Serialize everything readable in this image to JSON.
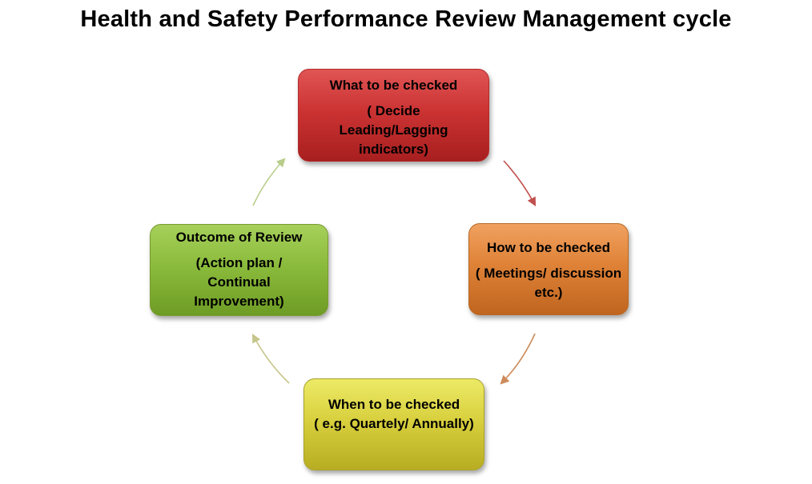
{
  "title": "Health and Safety Performance Review Management cycle",
  "nodes": {
    "what": {
      "heading": "What to be checked",
      "detail": "( Decide Leading/Lagging indicators)",
      "color": "#cc3333"
    },
    "how": {
      "heading": "How to be checked",
      "detail": "( Meetings/ discussion etc.)",
      "color": "#df8237"
    },
    "when": {
      "heading": "When to be checked",
      "detail": "( e.g. Quartely/ Annually)",
      "color": "#d8d03e"
    },
    "outcome": {
      "heading": "Outcome of Review",
      "detail": "(Action plan / Continual Improvement)",
      "color": "#8bbb3c"
    }
  },
  "arrow_colors": {
    "what_to_how": "#c0504d",
    "how_to_when": "#cd8b5a",
    "when_to_outcome": "#c6c58a",
    "outcome_to_what": "#b8cd8a"
  }
}
